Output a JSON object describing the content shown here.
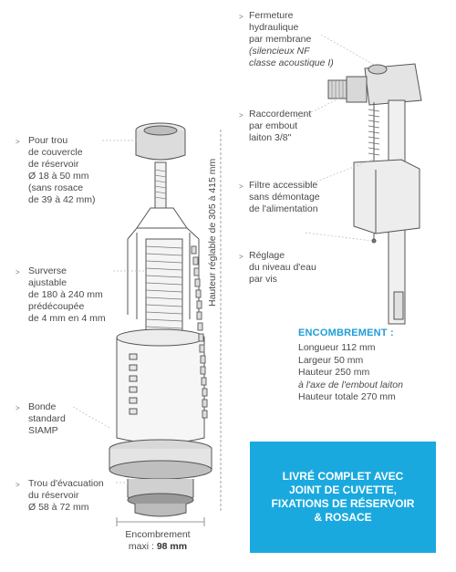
{
  "labels": {
    "trou_couvercle": [
      "Pour trou",
      "de couvercle",
      "de réservoir",
      "Ø 18 à 50 mm",
      "(sans rosace",
      "de 39 à 42 mm)"
    ],
    "surverse": [
      "Surverse",
      "ajustable",
      "de 180 à 240 mm",
      "prédécoupée",
      "de 4 mm en 4 mm"
    ],
    "bonde": [
      "Bonde",
      "standard",
      "SIAMP"
    ],
    "trou_evacuation": [
      "Trou d'évacuation",
      "du réservoir",
      "Ø 58 à 72 mm"
    ],
    "fermeture": [
      "Fermeture",
      "hydraulique",
      "par membrane"
    ],
    "fermeture_note": [
      "(silencieux NF",
      "classe acoustique I)"
    ],
    "raccordement": [
      "Raccordement",
      "par embout",
      "laiton 3/8\""
    ],
    "filtre": [
      "Filtre accessible",
      "sans démontage",
      "de l'alimentation"
    ],
    "reglage": [
      "Réglage",
      "du niveau d'eau",
      "par vis"
    ]
  },
  "hauteur_label": "Hauteur réglable de 305 à 415 mm",
  "encombrement_bas": {
    "line1": "Encombrement",
    "prefix": "maxi : ",
    "value": "98 mm"
  },
  "encombrement": {
    "title": "ENCOMBREMENT :",
    "lines": [
      "Longueur 112 mm",
      "Largeur 50 mm",
      "Hauteur 250 mm"
    ],
    "italic_line": "à l'axe de l'embout laiton",
    "last_line": "Hauteur totale 270 mm"
  },
  "promo": [
    "LIVRÉ COMPLET AVEC",
    "JOINT DE CUVETTE,",
    "FIXATIONS DE RÉSERVOIR",
    "& ROSACE"
  ],
  "colors": {
    "accent": "#1aa9df",
    "title_blue": "#1e9ed8",
    "text": "#4a4a4a"
  }
}
